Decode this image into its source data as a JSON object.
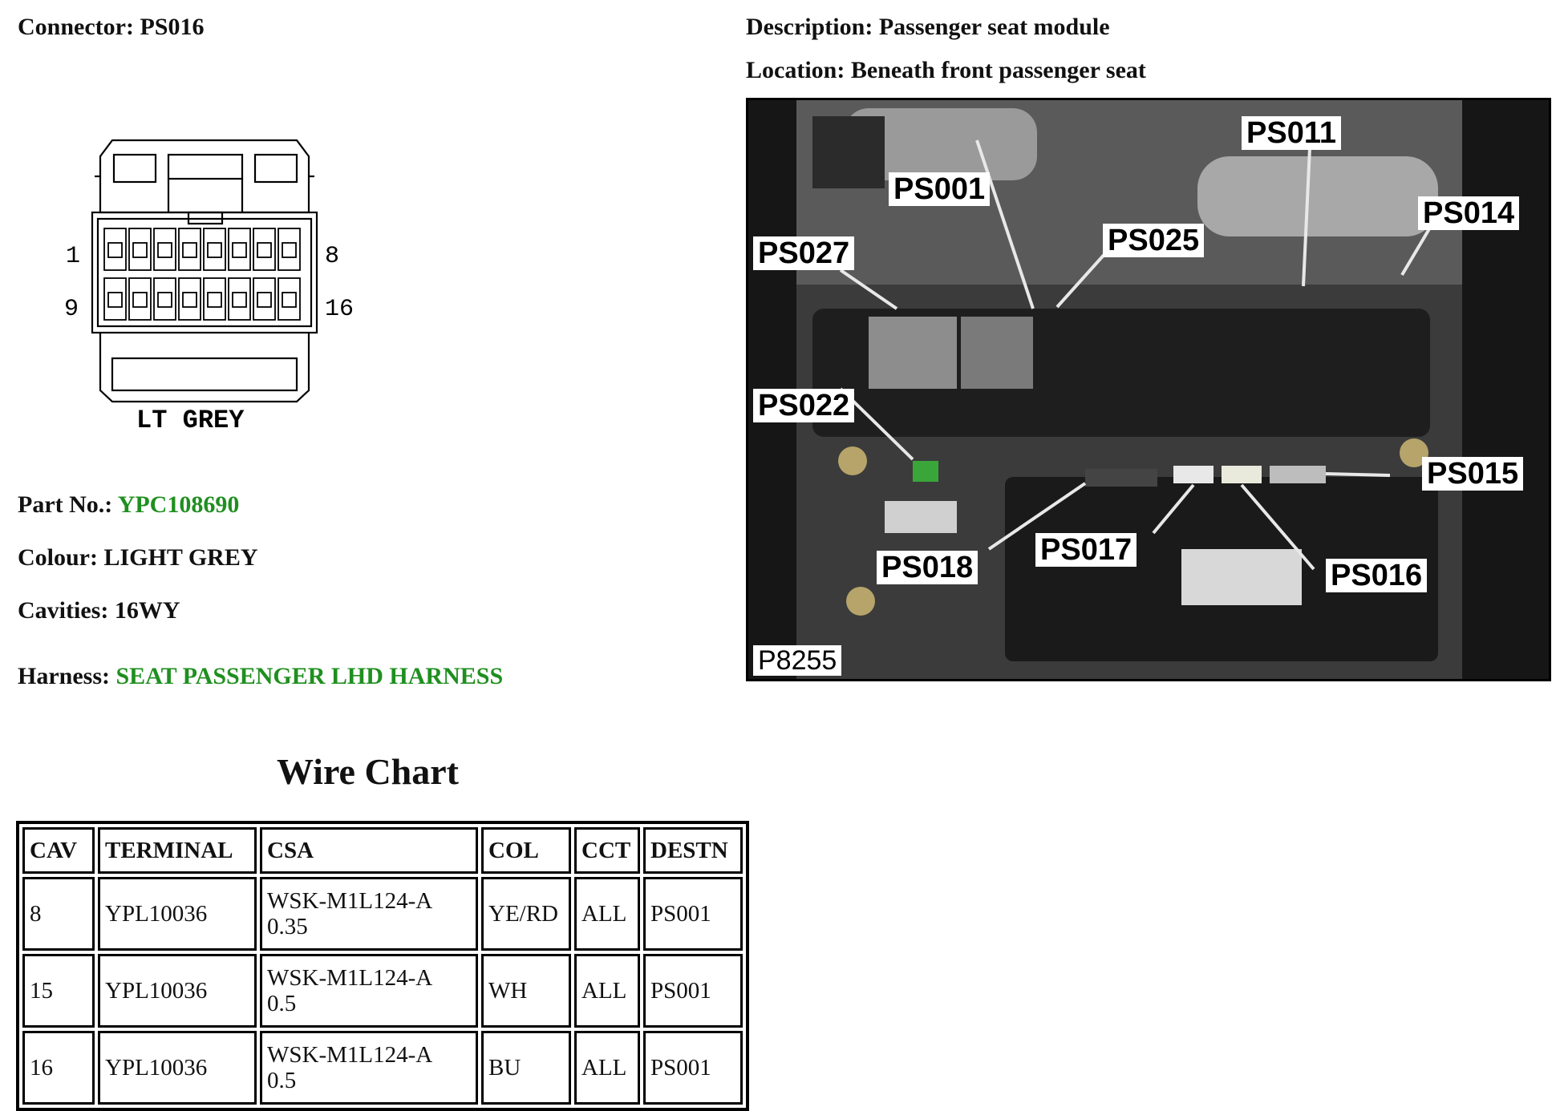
{
  "header": {
    "connector_label": "Connector:",
    "connector_value": "PS016",
    "description_label": "Description:",
    "description_value": "Passenger seat module",
    "location_label": "Location:",
    "location_value": "Beneath front passenger seat"
  },
  "connector_diagram": {
    "pin_top_left": "1",
    "pin_top_right": "8",
    "pin_bottom_left": "9",
    "pin_bottom_right": "16",
    "colour_caption": "LT GREY"
  },
  "details": {
    "part_label": "Part No.:",
    "part_value": "YPC108690",
    "colour_label": "Colour:",
    "colour_value": "LIGHT GREY",
    "cavities_label": "Cavities:",
    "cavities_value": "16WY",
    "harness_label": "Harness:",
    "harness_value": "SEAT PASSENGER LHD HARNESS",
    "link_color": "#1f8f1f"
  },
  "photo": {
    "id": "P8255",
    "callouts": {
      "ps001": "PS001",
      "ps011": "PS011",
      "ps014": "PS014",
      "ps025": "PS025",
      "ps027": "PS027",
      "ps022": "PS022",
      "ps015": "PS015",
      "ps018": "PS018",
      "ps017": "PS017",
      "ps016": "PS016"
    }
  },
  "wire_chart": {
    "title": "Wire Chart",
    "headers": {
      "cav": "CAV",
      "terminal": "TERMINAL",
      "csa": "CSA",
      "col": "COL",
      "cct": "CCT",
      "destn": "DESTN"
    },
    "rows": [
      {
        "cav": "8",
        "terminal": "YPL10036",
        "csa_spec": "WSK-M1L124-A",
        "csa_size": "0.35",
        "col": "YE/RD",
        "cct": "ALL",
        "destn": "PS001"
      },
      {
        "cav": "15",
        "terminal": "YPL10036",
        "csa_spec": "WSK-M1L124-A",
        "csa_size": "0.5",
        "col": "WH",
        "cct": "ALL",
        "destn": "PS001"
      },
      {
        "cav": "16",
        "terminal": "YPL10036",
        "csa_spec": "WSK-M1L124-A",
        "csa_size": "0.5",
        "col": "BU",
        "cct": "ALL",
        "destn": "PS001"
      }
    ]
  }
}
